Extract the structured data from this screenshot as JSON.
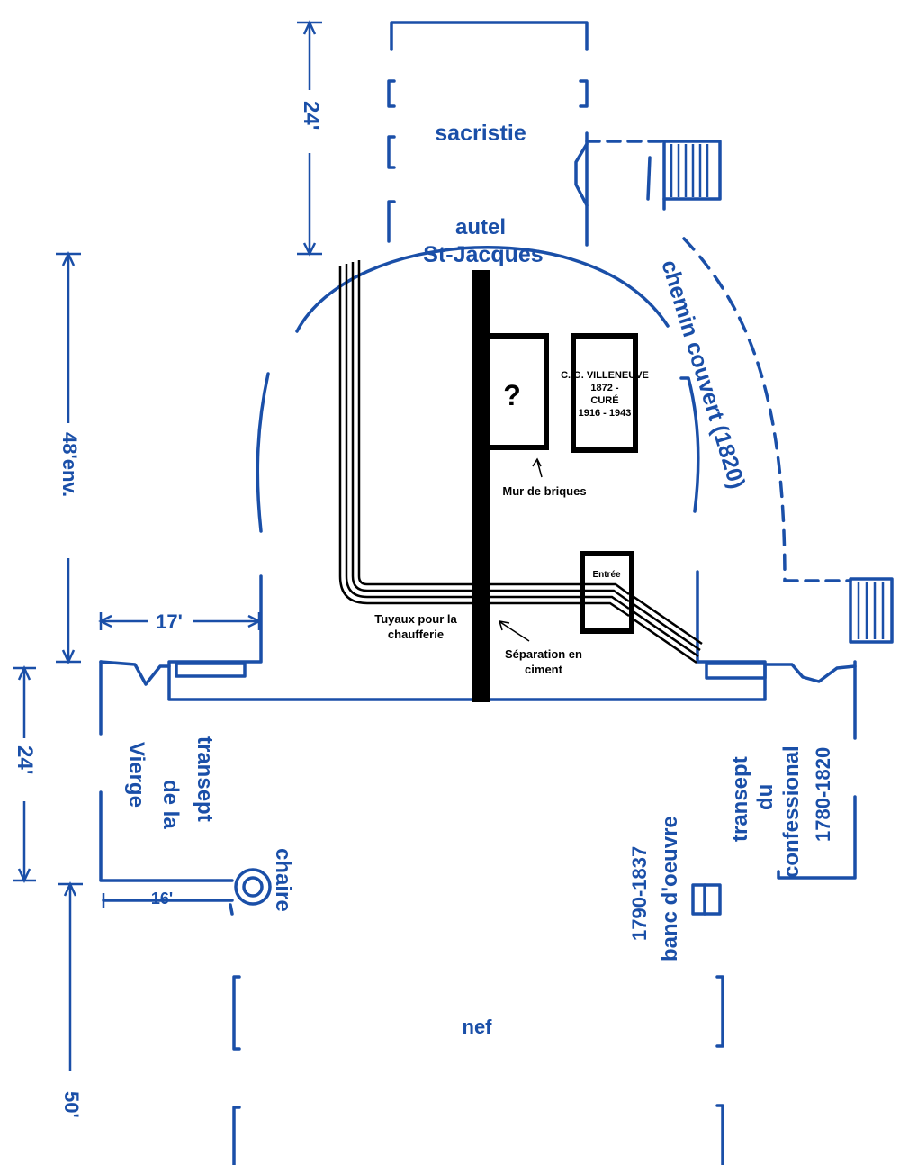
{
  "colors": {
    "plan_blue": "#1a4fa8",
    "annotation": "#000000",
    "background": "#ffffff"
  },
  "rooms": {
    "sacristie": "sacristie",
    "autel_1": "autel",
    "autel_2": "St-Jacques",
    "chemin": "chemin couvert (1820)",
    "transept_vierge_1": "transept",
    "transept_vierge_2": "de la",
    "transept_vierge_3": "Vierge",
    "chaire": "chaire",
    "banc_1": "1790-1837",
    "banc_2": "banc d'oeuvre",
    "transept_conf_1": "transept",
    "transept_conf_2": "du",
    "transept_conf_3": "confessional",
    "transept_conf_4": "1780-1820",
    "nef": "nef"
  },
  "dimensions": {
    "d24_top": "24'",
    "d48": "48'env.",
    "d17": "17'",
    "d24_left": "24'",
    "d16": "16'",
    "d50": "50'"
  },
  "annotations": {
    "question": "?",
    "tomb_1": "C. G. VILLENEUVE",
    "tomb_2": "1872 -",
    "tomb_3": "CURÉ",
    "tomb_4": "1916 - 1943",
    "mur_label": "Mur de briques",
    "entree": "Entrée",
    "tuyaux_1": "Tuyaux pour la",
    "tuyaux_2": "chaufferie",
    "separation_1": "Séparation en",
    "separation_2": "ciment"
  }
}
